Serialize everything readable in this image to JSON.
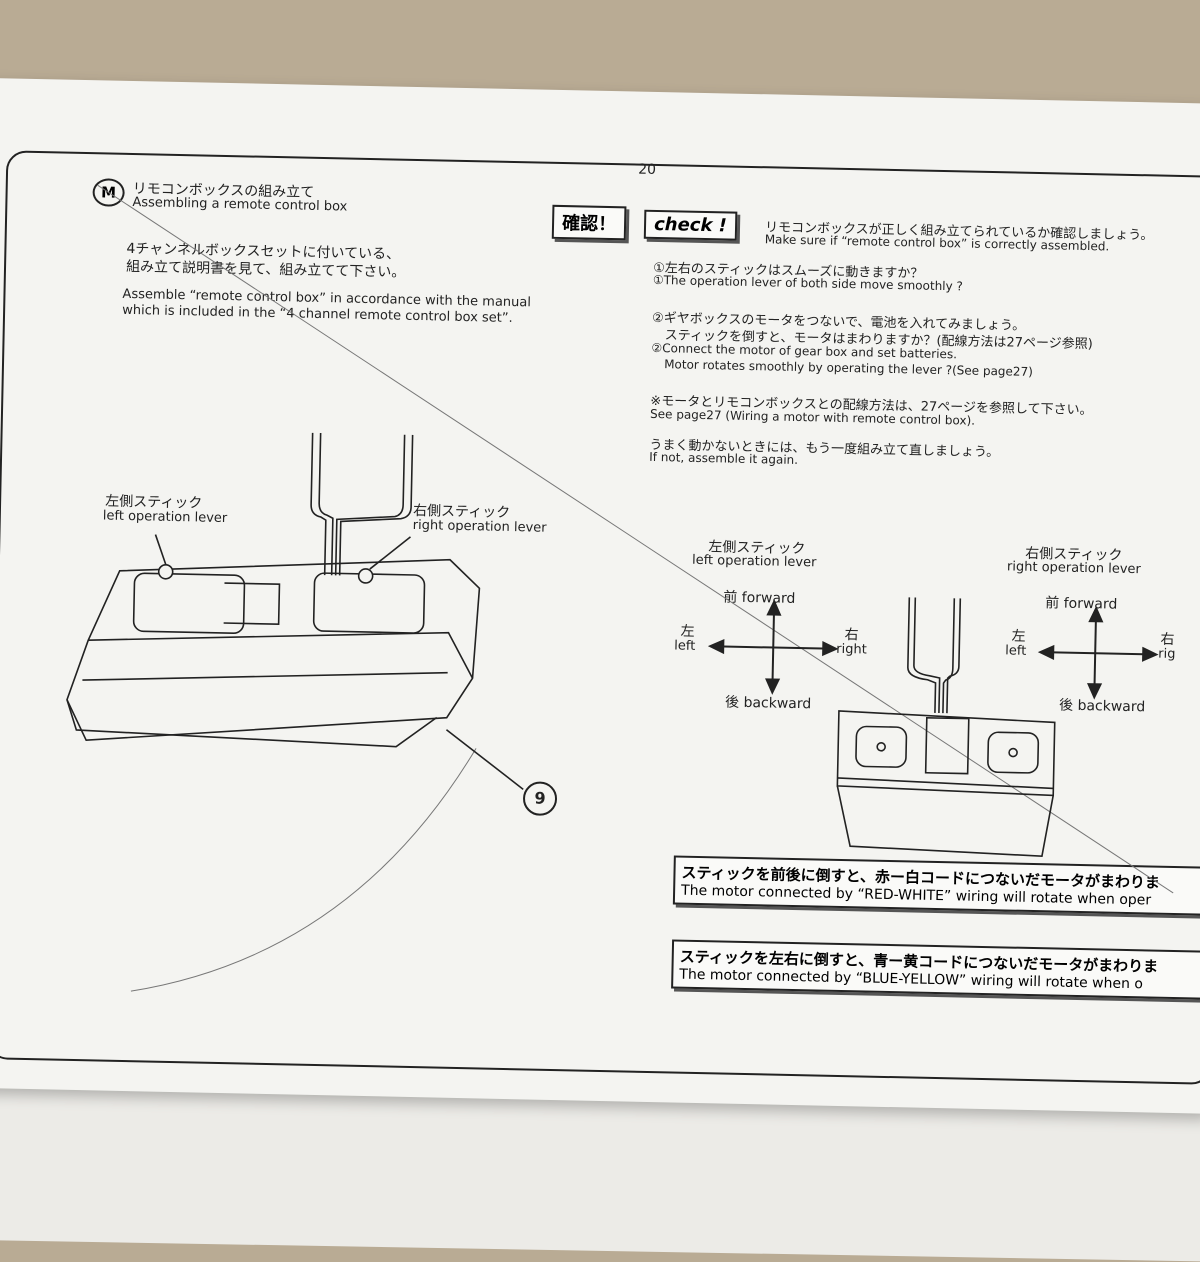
{
  "page_number": "20",
  "section": {
    "letter": "M",
    "title_jp": "リモコンボックスの組み立て",
    "title_en": "Assembling a remote control box"
  },
  "intro": {
    "jp_line1": "4チャンネルボックスセットに付いている、",
    "jp_line2": "組み立て説明書を見て、組み立てて下さい。",
    "en_line1": "Assemble “remote control box” in accordance with the manual",
    "en_line2": "which is included in the “4 channel remote control box set”."
  },
  "badges": {
    "confirm_jp": "確認！",
    "check_en": "check !"
  },
  "check": {
    "header_jp": "リモコンボックスが正しく組み立てられているか確認しましょう。",
    "header_en": "Make sure if “remote control box” is correctly assembled.",
    "item1_jp": "①左右のスティックはスムーズに動きますか？",
    "item1_en": "①The operation lever of both side move smoothly ?",
    "item2_jp1": "②ギヤボックスのモータをつないで、電池を入れてみましょう。",
    "item2_jp2": "スティックを倒すと、モータはまわりますか？(配線方法は27ページ参照)",
    "item2_en1": "②Connect the motor of gear box and set batteries.",
    "item2_en2": "Motor rotates smoothly by operating the lever ?(See page27)",
    "note_jp": "※モータとリモコンボックスとの配線方法は、27ページを参照して下さい。",
    "note_en": "See page27 (Wiring a motor with remote control box).",
    "retry_jp": "うまく動かないときには、もう一度組み立て直しましょう。",
    "retry_en": "If not, assemble it again."
  },
  "left_figure": {
    "left_lever_jp": "左側スティック",
    "left_lever_en": "left operation lever",
    "right_lever_jp": "右側スティック",
    "right_lever_en": "right operation lever",
    "part_number": "9"
  },
  "right_figure": {
    "left_lever_jp": "左側スティック",
    "left_lever_en": "left operation lever",
    "right_lever_jp": "右側スティック",
    "right_lever_en": "right operation lever",
    "forward": "前  forward",
    "backward": "後  backward",
    "left_jp": "左",
    "left_en": "left",
    "right_jp": "右",
    "right_en": "right",
    "right_en_cut": "rig",
    "right_jp_cut": "右"
  },
  "notes": {
    "box1_jp": "スティックを前後に倒すと、赤ー白コードにつないだモータがまわりま",
    "box1_en": "The motor connected by “RED-WHITE” wiring will rotate when oper",
    "box2_jp": "スティックを左右に倒すと、青ー黄コードにつないだモータがまわりま",
    "box2_en": "The motor connected by “BLUE-YELLOW” wiring will rotate when o"
  }
}
